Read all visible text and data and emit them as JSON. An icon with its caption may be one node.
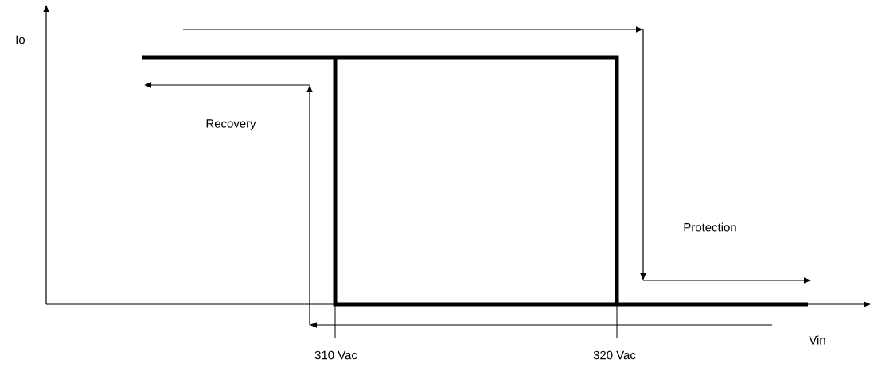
{
  "diagram": {
    "labels": [
      "Io",
      "Recovery",
      "Protection",
      "310 Vac",
      "320 Vac",
      "Vin"
    ]
  }
}
